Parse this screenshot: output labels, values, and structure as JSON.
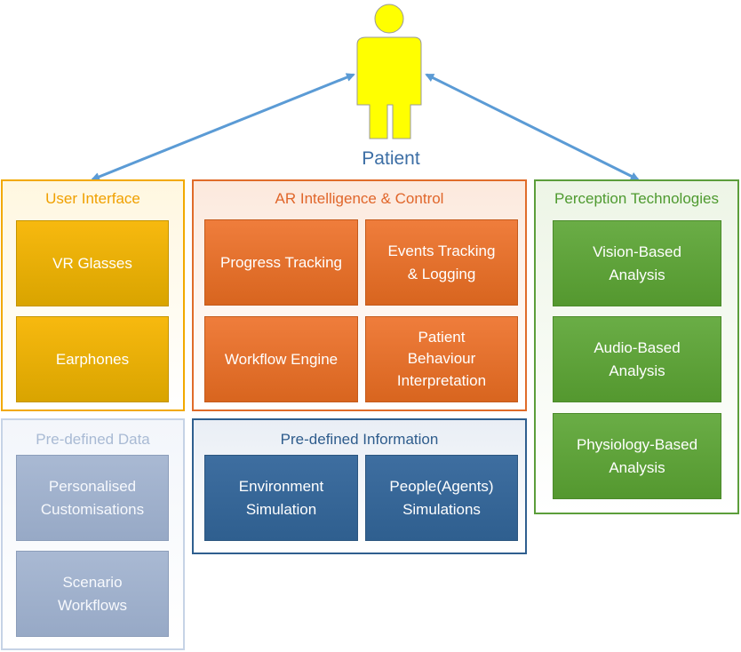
{
  "patient": {
    "label": "Patient"
  },
  "groups": {
    "user_interface": {
      "title": "User Interface",
      "items": [
        "VR Glasses",
        "Earphones"
      ]
    },
    "ar_intelligence": {
      "title": "AR Intelligence & Control",
      "items": [
        "Progress Tracking",
        "Events Tracking\n& Logging",
        "Workflow Engine",
        "Patient\nBehaviour\nInterpretation"
      ]
    },
    "perception": {
      "title": "Perception Technologies",
      "items": [
        "Vision-Based\nAnalysis",
        "Audio-Based\nAnalysis",
        "Physiology-Based\nAnalysis"
      ]
    },
    "predefined_data": {
      "title": "Pre-defined Data",
      "items": [
        "Personalised\nCustomisations",
        "Scenario\nWorkflows"
      ]
    },
    "predefined_info": {
      "title": "Pre-defined Information",
      "items": [
        "Environment\nSimulation",
        "People(Agents)\nSimulations"
      ]
    }
  },
  "colors": {
    "user_interface": "#f2a900",
    "ar_intelligence": "#e06c2a",
    "perception": "#5c9e3b",
    "predefined_data": "#b8c7dd",
    "predefined_info": "#2f5f8f",
    "arrow": "#5b9bd5",
    "patient_fill": "#ffff00"
  }
}
